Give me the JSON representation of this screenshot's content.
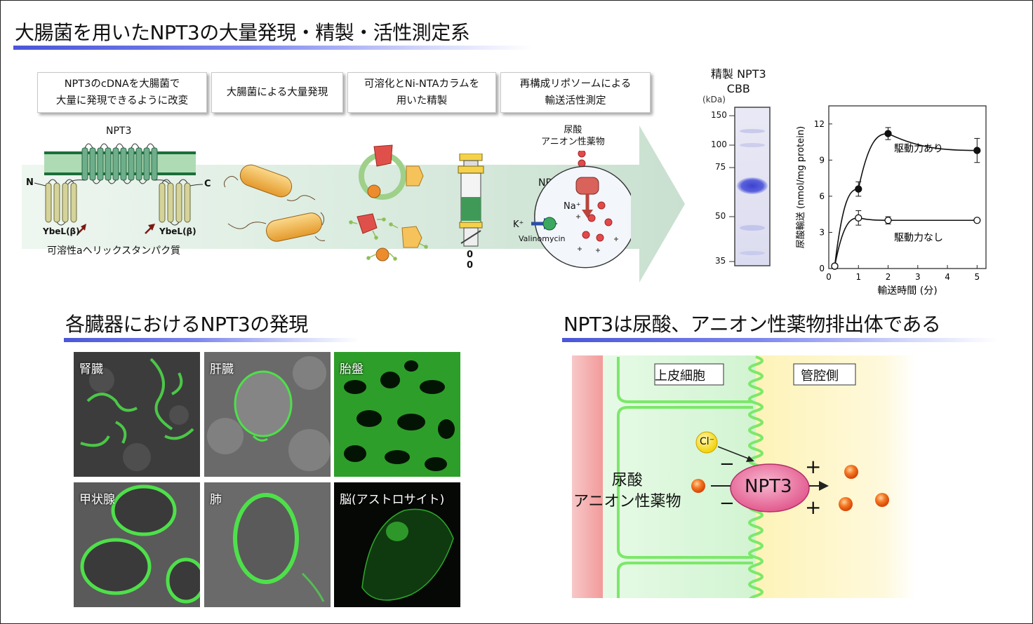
{
  "top_section": {
    "title": "大腸菌を用いたNPT3の大量発現・精製・活性測定系",
    "steps": [
      "NPT3のcDNAを大腸菌で\n大量に発現できるように改変",
      "大腸菌による大量発現",
      "可溶化とNi-NTAカラムを\n用いた精製",
      "再構成リポソームによる\n輸送活性測定"
    ],
    "protein_label": "NPT3",
    "n_term": "N",
    "c_term": "C",
    "ybel_left": "YbeL(β)",
    "ybel_right": "YbeL(β)",
    "helix_protein_caption": "可溶性aヘリックスタンパク質",
    "liposome_substrate": "尿酸\nアニオン性薬物",
    "liposome_transporter": "NPT3",
    "na_label": "Na⁺",
    "k_label": "K⁺",
    "valinomycin_label": "Valinomycin",
    "column_zeros": [
      "0",
      "0"
    ]
  },
  "gel": {
    "title_line1": "精製 NPT3",
    "title_line2": "CBB",
    "unit": "(kDa)",
    "markers": [
      "150",
      "100",
      "75",
      "50",
      "35"
    ]
  },
  "chart_data": {
    "type": "scatter",
    "xlabel": "輸送時間 (分)",
    "ylabel": "尿酸輸送 (nmol/mg protein)",
    "xlim": [
      0,
      5.3
    ],
    "ylim": [
      0,
      13.5
    ],
    "x_ticks": [
      0,
      1,
      2,
      3,
      4,
      5
    ],
    "y_ticks": [
      0,
      3,
      6,
      9,
      12
    ],
    "series": [
      {
        "name": "駆動力あり",
        "marker": "filled",
        "x": [
          0.2,
          1,
          2,
          5
        ],
        "y": [
          0.2,
          6.6,
          11.2,
          9.8
        ],
        "err": [
          0,
          0.6,
          0.5,
          1.0
        ]
      },
      {
        "name": "駆動力なし",
        "marker": "open",
        "x": [
          0.2,
          1,
          2,
          5
        ],
        "y": [
          0.2,
          4.2,
          4.0,
          4.0
        ],
        "err": [
          0,
          0.6,
          0.3,
          0
        ]
      }
    ]
  },
  "organs_section": {
    "title": "各臓器におけるNPT3の発現",
    "tiles": [
      "腎臓",
      "肝臓",
      "胎盤",
      "甲状腺",
      "肺",
      "脳(アストロサイト)"
    ]
  },
  "model_section": {
    "title": "NPT3は尿酸、アニオン性薬物排出体である",
    "epithelial_label": "上皮細胞",
    "lumen_label": "管腔側",
    "transporter": "NPT3",
    "chloride": "Cl⁻",
    "substrate": "尿酸\nアニオン性薬物",
    "minus": "−",
    "plus": "+"
  },
  "colors": {
    "heading_underline": "#4a56d8",
    "green_arrow": "#d4e9dc",
    "membrane_green": "#1c6e3a",
    "gel_band": "#3b42d0",
    "cell_green": "#d9f7d9",
    "lumen_yellow": "#fdf7c8",
    "npt3_pink": "#ea6f9e",
    "substrate_orange": "#f06a18"
  }
}
